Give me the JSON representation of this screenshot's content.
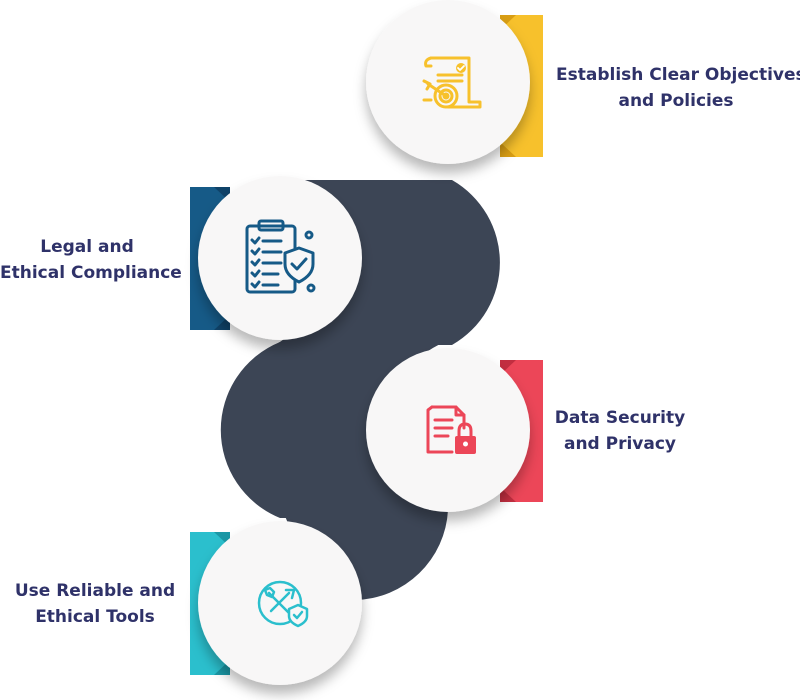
{
  "steps": [
    {
      "line1": "Establish Clear Objectives",
      "line2": "and Policies",
      "icon": "policy-target-icon",
      "color": "#f7c12c"
    },
    {
      "line1": "Legal and",
      "line2": "Ethical Compliance",
      "icon": "compliance-checklist-shield-icon",
      "color": "#165a87"
    },
    {
      "line1": "Data Security",
      "line2": "and Privacy",
      "icon": "document-lock-icon",
      "color": "#ec4658"
    },
    {
      "line1": "Use Reliable and",
      "line2": "Ethical Tools",
      "icon": "tools-shield-icon",
      "color": "#2bbfcd"
    }
  ],
  "colors": {
    "connector": "#3c4555",
    "circle": "#f8f7f7",
    "text": "#2f3269"
  }
}
